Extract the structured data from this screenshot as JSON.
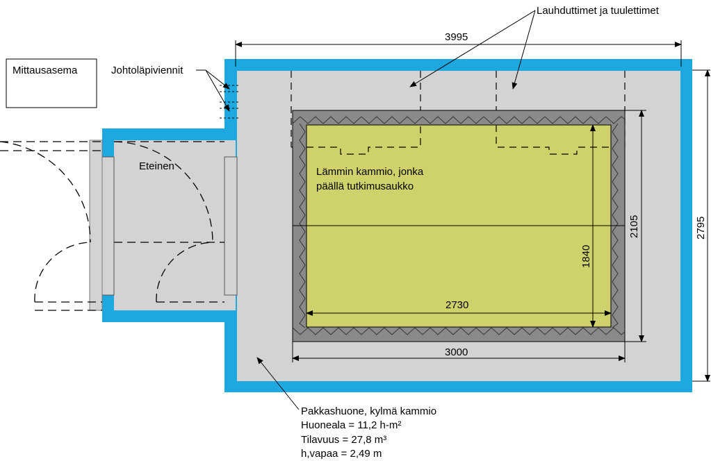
{
  "labels": {
    "measuring_station": "Mittausasema",
    "cable_passages": "Johtoläpiviennit",
    "condensers_fans": "Lauhduttimet ja tuulettimet",
    "vestibule": "Eteinen",
    "warm_chamber_line1": "Lämmin kammio, jonka",
    "warm_chamber_line2": "päällä tutkimusaukko",
    "freezer_title": "Pakkashuone, kylmä kammio",
    "freezer_area": "Huoneala = 11,2 h-m²",
    "freezer_volume": "Tilavuus = 27,8 m³",
    "freezer_height": "h,vapaa = 2,49 m"
  },
  "dimensions": {
    "outer_width": "3995",
    "outer_height": "2795",
    "chamber_outer_width": "3000",
    "chamber_outer_height": "2105",
    "chamber_inner_width": "2730",
    "chamber_inner_height": "1840"
  },
  "colors": {
    "wall": "#1ea8e0",
    "floor": "#d3d3d3",
    "warm_chamber": "#cfd16a",
    "insulation": "#8a8a8a"
  }
}
